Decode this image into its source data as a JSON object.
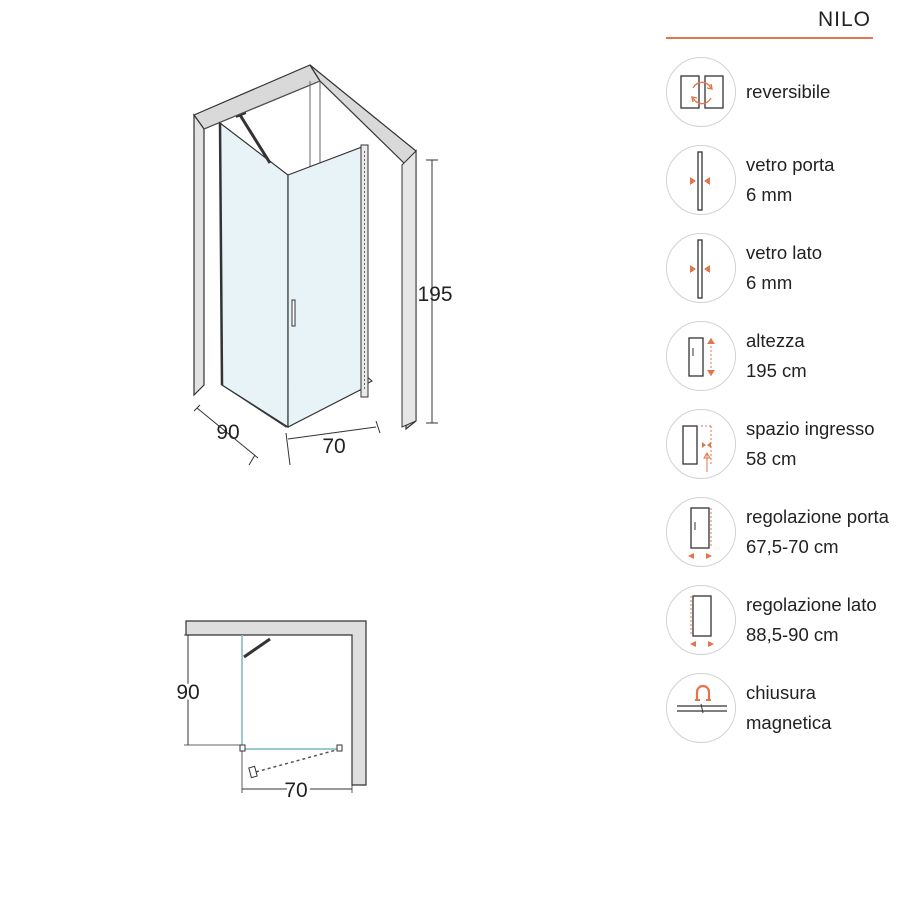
{
  "product": {
    "name": "NILO"
  },
  "features": [
    {
      "icon": "reversible-icon",
      "line1": "reversibile",
      "line2": ""
    },
    {
      "icon": "door-glass-thickness-icon",
      "line1": "vetro porta",
      "line2": "6 mm"
    },
    {
      "icon": "side-glass-thickness-icon",
      "line1": "vetro lato",
      "line2": "6 mm"
    },
    {
      "icon": "height-icon",
      "line1": "altezza",
      "line2": "195 cm"
    },
    {
      "icon": "entry-space-icon",
      "line1": "spazio ingresso",
      "line2": "58 cm"
    },
    {
      "icon": "door-adjustment-icon",
      "line1": "regolazione porta",
      "line2": "67,5-70 cm"
    },
    {
      "icon": "side-adjustment-icon",
      "line1": "regolazione lato",
      "line2": "88,5-90 cm"
    },
    {
      "icon": "magnetic-closure-icon",
      "line1": "chiusura",
      "line2": "magnetica"
    }
  ],
  "iso_view": {
    "height": "195",
    "depth": "90",
    "width": "70"
  },
  "plan_view": {
    "depth": "90",
    "width": "70"
  },
  "colors": {
    "accent": "#e4754a",
    "glass": "#e7f3f6",
    "wall": "#dedede",
    "line": "#333333"
  }
}
